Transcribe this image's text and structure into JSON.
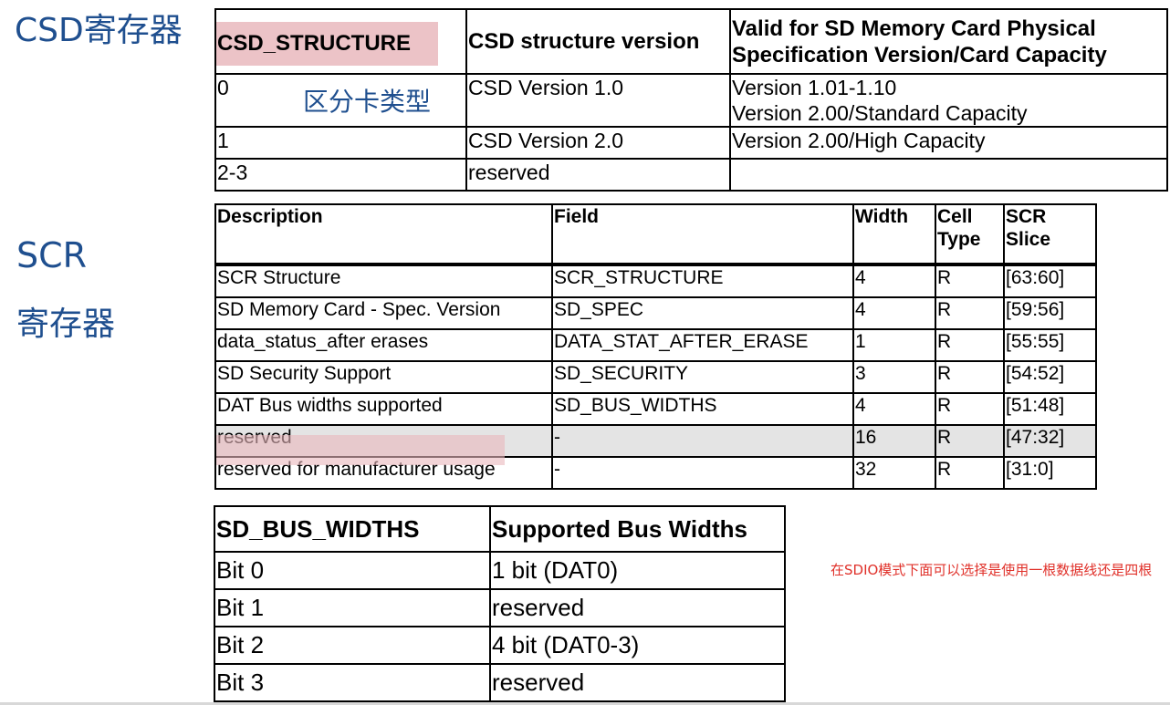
{
  "headings": {
    "csd": "CSD寄存器",
    "scr_line1": "SCR",
    "scr_line2": "寄存器"
  },
  "csd_table": {
    "headers": [
      "CSD_STRUCTURE",
      "CSD structure version",
      "Valid for SD Memory Card Physical Specification Version/Card Capacity"
    ],
    "rows": [
      [
        "0",
        "CSD Version 1.0",
        "Version 1.01-1.10",
        "Version 2.00/Standard Capacity"
      ],
      [
        "1",
        "CSD Version 2.0",
        "Version 2.00/High Capacity"
      ],
      [
        "2-3",
        "reserved",
        ""
      ]
    ],
    "annotation": "区分卡类型"
  },
  "scr_table": {
    "headers": [
      "Description",
      "Field",
      "Width",
      "Cell Type",
      "SCR Slice"
    ],
    "rows": [
      [
        "SCR Structure",
        "SCR_STRUCTURE",
        "4",
        "R",
        "[63:60]"
      ],
      [
        "SD Memory Card - Spec. Version",
        "SD_SPEC",
        "4",
        "R",
        "[59:56]"
      ],
      [
        "data_status_after erases",
        "DATA_STAT_AFTER_ERASE",
        "1",
        "R",
        "[55:55]"
      ],
      [
        "SD Security Support",
        "SD_SECURITY",
        "3",
        "R",
        "[54:52]"
      ],
      [
        "DAT Bus widths supported",
        "SD_BUS_WIDTHS",
        "4",
        "R",
        "[51:48]"
      ],
      [
        "reserved",
        "-",
        "16",
        "R",
        "[47:32]"
      ],
      [
        "reserved for manufacturer usage",
        "-",
        "32",
        "R",
        "[31:0]"
      ]
    ]
  },
  "bus_table": {
    "headers": [
      "SD_BUS_WIDTHS",
      "Supported Bus Widths"
    ],
    "rows": [
      [
        "Bit 0",
        "1 bit (DAT0)"
      ],
      [
        "Bit 1",
        "reserved"
      ],
      [
        "Bit 2",
        "4 bit (DAT0-3)"
      ],
      [
        "Bit 3",
        "reserved"
      ]
    ]
  },
  "red_note": "在SDIO模式下面可以选择是使用一根数据线还是四根",
  "colors": {
    "heading_blue": "#1f4f8f",
    "highlight_pink": "#e9b8bd",
    "note_red": "#e0312a",
    "grey_row": "#e4e4e4"
  }
}
